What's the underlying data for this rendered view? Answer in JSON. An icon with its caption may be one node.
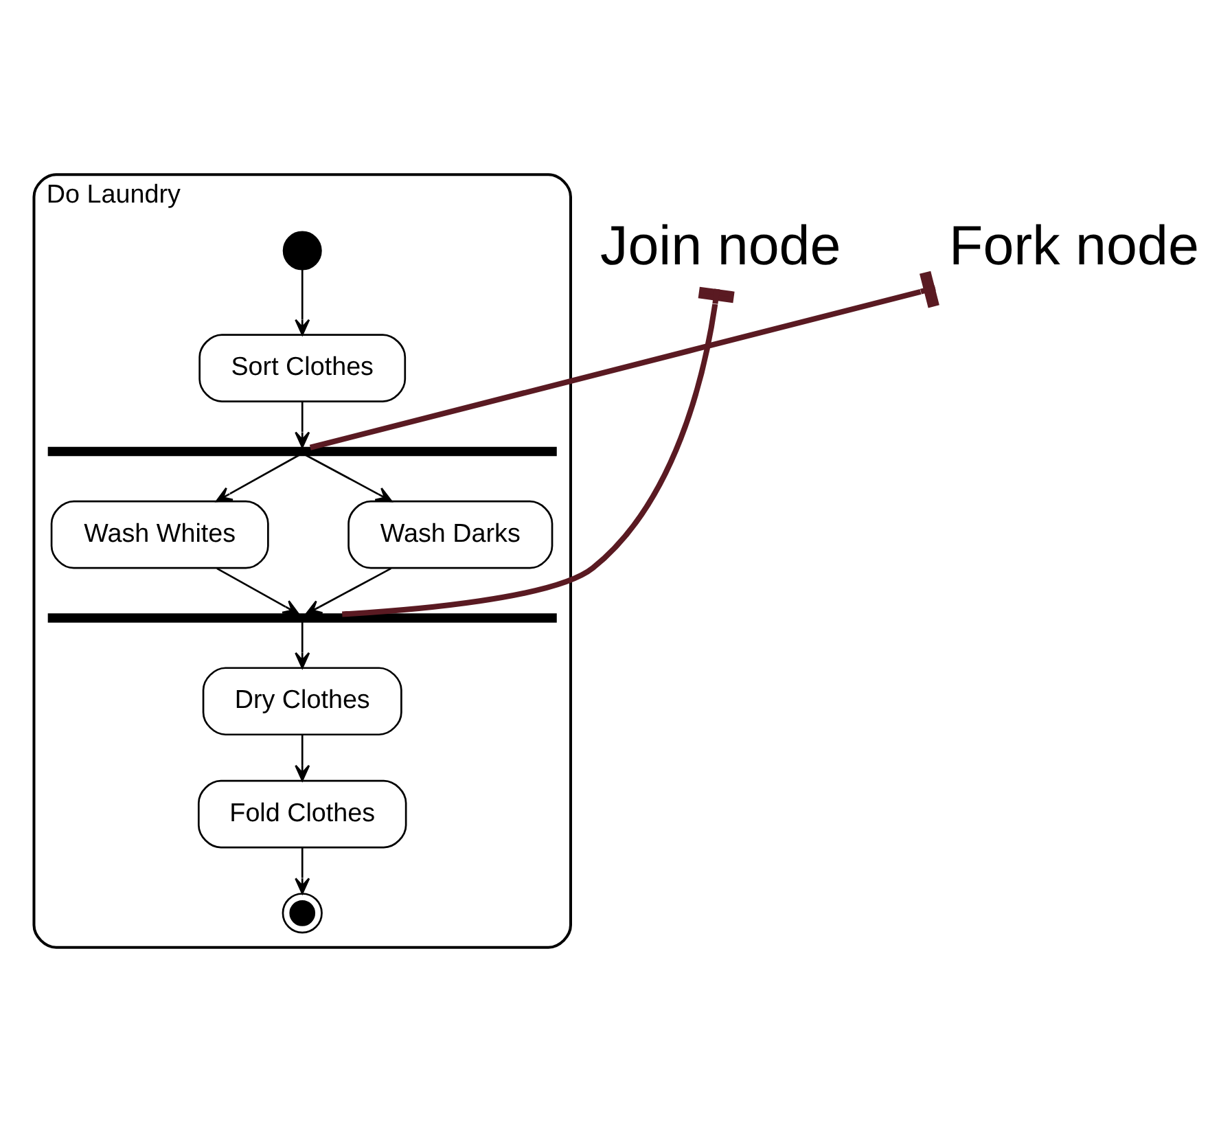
{
  "diagram": {
    "nodes": [
      {
        "text": [
          "Do Laundry"
        ]
      },
      {
        "text": [],
        "shape": "circle",
        "in": 0
      },
      {
        "text": [
          "Sort Clothes"
        ],
        "in": 0
      },
      {
        "text": [],
        "shape": "bar",
        "in": 0
      },
      {
        "text": [
          "Wash Whites"
        ],
        "in": 0
      },
      {
        "text": [
          "Wash Darks"
        ],
        "in": 0
      },
      {
        "text": [],
        "shape": "bar",
        "in": 0
      },
      {
        "text": [
          "Dry Clothes"
        ],
        "in": 0
      },
      {
        "text": [
          "Fold Clothes"
        ],
        "in": 0
      },
      {
        "text": [],
        "shape": "bullseye",
        "in": 0
      },
      {
        "text": [
          "Fork node"
        ]
      },
      {
        "text": [
          "Join node"
        ]
      }
    ],
    "edges": [
      {
        "from": 1,
        "to": 2,
        "arrow": "to"
      },
      {
        "from": 2,
        "to": 3,
        "arrow": "to"
      },
      {
        "from": 3,
        "to": 4,
        "arrow": "to"
      },
      {
        "from": 3,
        "to": 5,
        "arrow": "to"
      },
      {
        "from": 4,
        "to": 6,
        "arrow": "to"
      },
      {
        "from": 5,
        "to": 6,
        "arrow": "to"
      },
      {
        "from": 6,
        "to": 7,
        "arrow": "to"
      },
      {
        "from": 7,
        "to": 8,
        "arrow": "to"
      },
      {
        "from": 8,
        "to": 9,
        "arrow": "to"
      },
      {
        "from": 10,
        "to": 3,
        "arrow": "other",
        "style": "thick",
        "color": "#5a1a22"
      },
      {
        "from": 11,
        "to": 6,
        "arrow": "other",
        "style": "thick",
        "color": "#5a1a22"
      }
    ]
  }
}
